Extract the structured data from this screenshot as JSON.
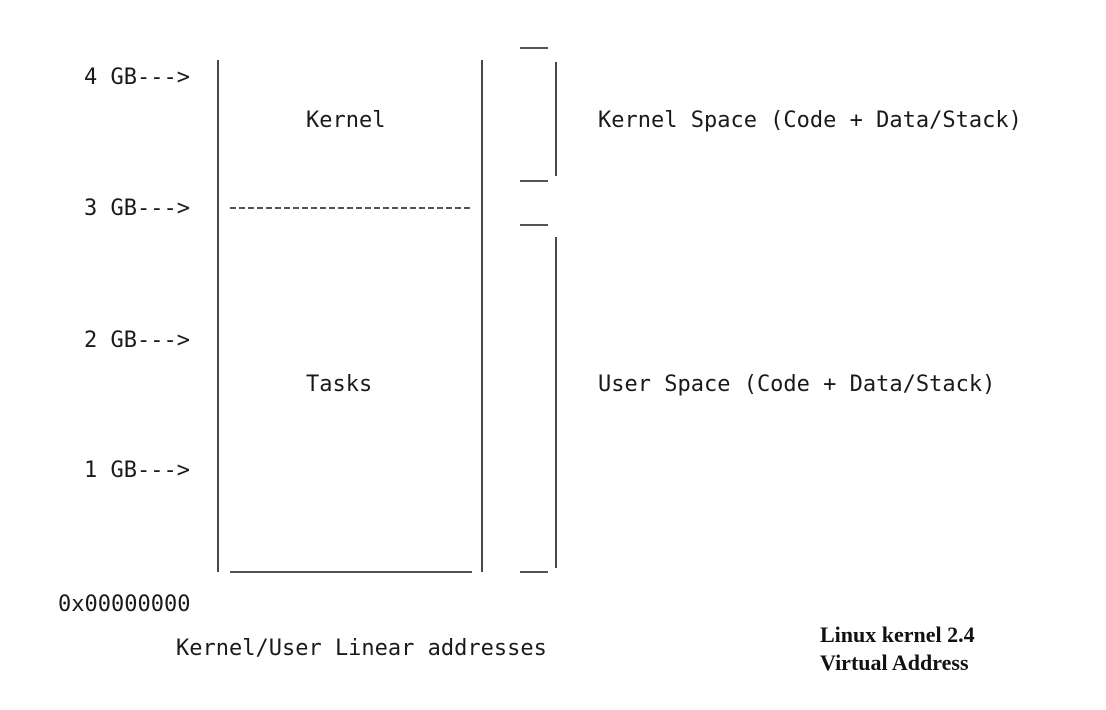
{
  "diagram": {
    "gb_markers": [
      "4 GB--->",
      "3 GB--->",
      "2 GB--->",
      "1 GB--->"
    ],
    "base_address": "0x00000000",
    "regions": {
      "kernel": "Kernel",
      "tasks": "Tasks"
    },
    "space_labels": {
      "kernel_space": "Kernel Space (Code + Data/Stack)",
      "user_space": "User Space (Code + Data/Stack)"
    },
    "caption": "Kernel/User Linear addresses",
    "title_lines": [
      "Linux kernel 2.4",
      "Virtual Address"
    ]
  }
}
